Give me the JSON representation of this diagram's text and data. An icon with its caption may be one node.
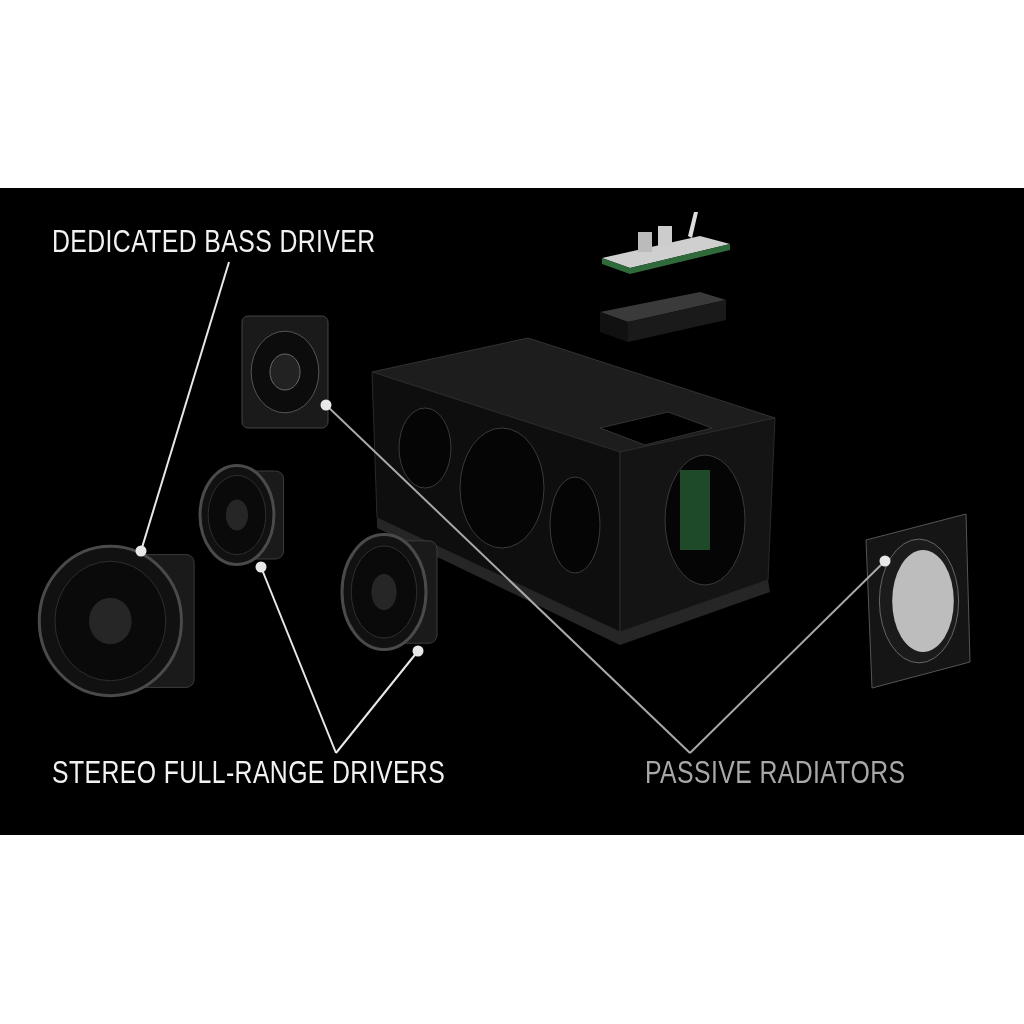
{
  "diagram": {
    "nodes": [
      {
        "text": [
          "DEDICATED BASS DRIVER"
        ]
      },
      {
        "text": [],
        "shape": "picture"
      },
      {
        "text": [
          "STEREO FULL-RANGE DRIVERS"
        ]
      },
      {
        "text": [],
        "shape": "picture"
      },
      {
        "text": [],
        "shape": "picture"
      },
      {
        "text": [
          "PASSIVE RADIATORS"
        ]
      },
      {
        "text": [],
        "shape": "picture"
      },
      {
        "text": [],
        "shape": "picture"
      }
    ],
    "edges": [
      {
        "from": 0,
        "to": 1,
        "arrow": "other"
      },
      {
        "from": 2,
        "to": 3,
        "arrow": "other"
      },
      {
        "from": 2,
        "to": 4,
        "arrow": "other"
      },
      {
        "from": 5,
        "to": 6,
        "arrow": "other"
      },
      {
        "from": 5,
        "to": 7,
        "arrow": "other"
      }
    ]
  }
}
